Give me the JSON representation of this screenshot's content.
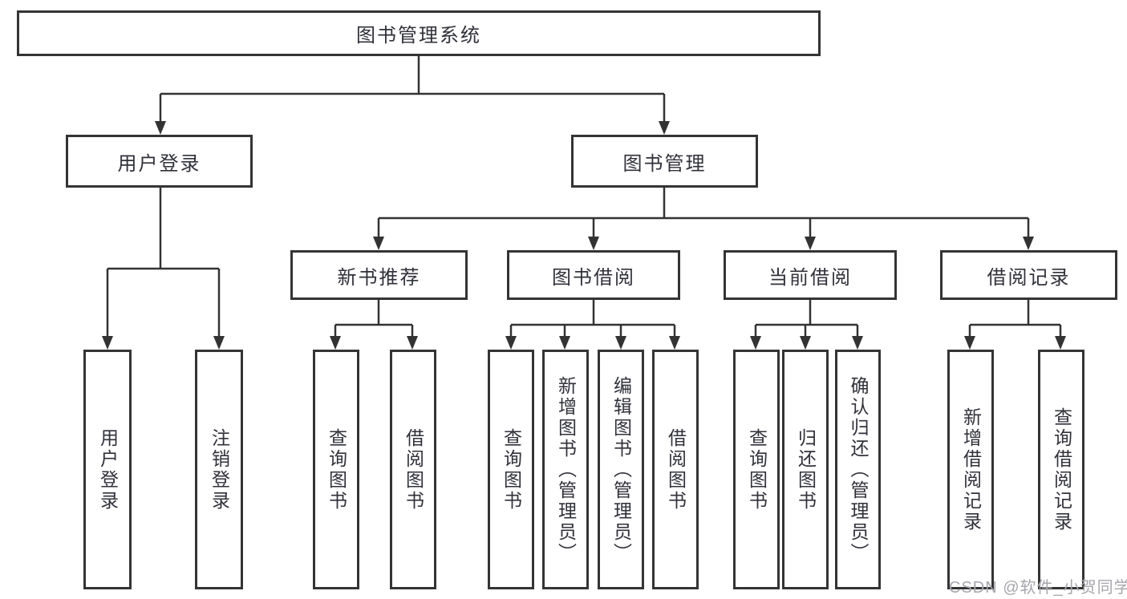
{
  "tree": {
    "root": {
      "label": "图书管理系统",
      "children": [
        {
          "label": "用户登录",
          "children": [
            {
              "label": "用户登录"
            },
            {
              "label": "注销登录"
            }
          ]
        },
        {
          "label": "图书管理",
          "children": [
            {
              "label": "新书推荐",
              "children": [
                {
                  "label": "查询图书"
                },
                {
                  "label": "借阅图书"
                }
              ]
            },
            {
              "label": "图书借阅",
              "children": [
                {
                  "label": "查询图书"
                },
                {
                  "label": "新增图书（管理员）"
                },
                {
                  "label": "编辑图书（管理员）"
                },
                {
                  "label": "借阅图书"
                }
              ]
            },
            {
              "label": "当前借阅",
              "children": [
                {
                  "label": "查询图书"
                },
                {
                  "label": "归还图书"
                },
                {
                  "label": "确认归还（管理员）"
                }
              ]
            },
            {
              "label": "借阅记录",
              "children": [
                {
                  "label": "新增借阅记录"
                },
                {
                  "label": "查询借阅记录"
                }
              ]
            }
          ]
        }
      ]
    }
  },
  "watermark": {
    "text": "CSDN @软件_小贺同学"
  },
  "colors": {
    "line": "#333333",
    "box_border": "#343434",
    "text": "#30313a",
    "watermark": "#a6a6ad",
    "background": "#ffffff"
  }
}
